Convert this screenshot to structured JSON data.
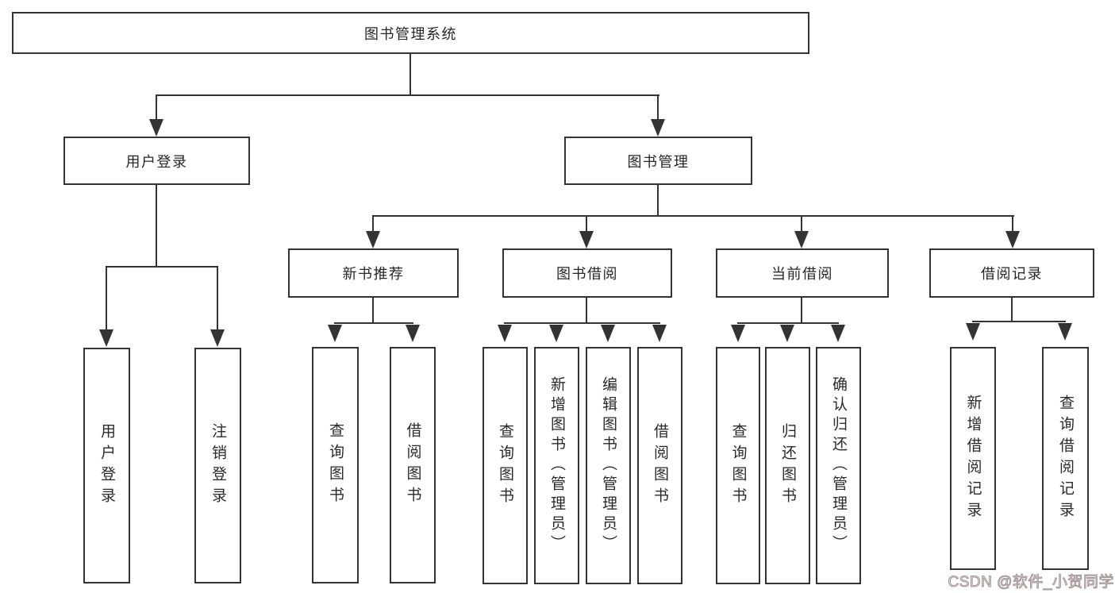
{
  "diagram": {
    "type": "hierarchy-tree",
    "nodes": {
      "root": "图书管理系统",
      "l2": [
        "用户登录",
        "图书管理"
      ],
      "l3": [
        "新书推荐",
        "图书借阅",
        "当前借阅",
        "借阅记录"
      ],
      "leaves_user": [
        "用户登录",
        "注销登录"
      ],
      "leaves_newbook": [
        "查询图书",
        "借阅图书"
      ],
      "leaves_borrow": [
        "查询图书",
        "新增图书（管理员）",
        "编辑图书（管理员）",
        "借阅图书"
      ],
      "leaves_current": [
        "查询图书",
        "归还图书",
        "确认归还（管理员）"
      ],
      "leaves_records": [
        "新增借阅记录",
        "查询借阅记录"
      ]
    },
    "edges": [
      [
        "图书管理系统",
        "用户登录"
      ],
      [
        "图书管理系统",
        "图书管理"
      ],
      [
        "用户登录",
        "用户登录(子)"
      ],
      [
        "用户登录",
        "注销登录"
      ],
      [
        "图书管理",
        "新书推荐"
      ],
      [
        "图书管理",
        "图书借阅"
      ],
      [
        "图书管理",
        "当前借阅"
      ],
      [
        "图书管理",
        "借阅记录"
      ],
      [
        "新书推荐",
        "查询图书"
      ],
      [
        "新书推荐",
        "借阅图书"
      ],
      [
        "图书借阅",
        "查询图书"
      ],
      [
        "图书借阅",
        "新增图书（管理员）"
      ],
      [
        "图书借阅",
        "编辑图书（管理员）"
      ],
      [
        "图书借阅",
        "借阅图书"
      ],
      [
        "当前借阅",
        "查询图书"
      ],
      [
        "当前借阅",
        "归还图书"
      ],
      [
        "当前借阅",
        "确认归还（管理员）"
      ],
      [
        "借阅记录",
        "新增借阅记录"
      ],
      [
        "借阅记录",
        "查询借阅记录"
      ]
    ]
  },
  "watermark": "CSDN @软件_小贺同学",
  "colors": {
    "line": "#333333",
    "text": "#262626",
    "background": "#ffffff",
    "watermark_stroke": "#a39494",
    "watermark_fill": "#e9e2e2"
  }
}
